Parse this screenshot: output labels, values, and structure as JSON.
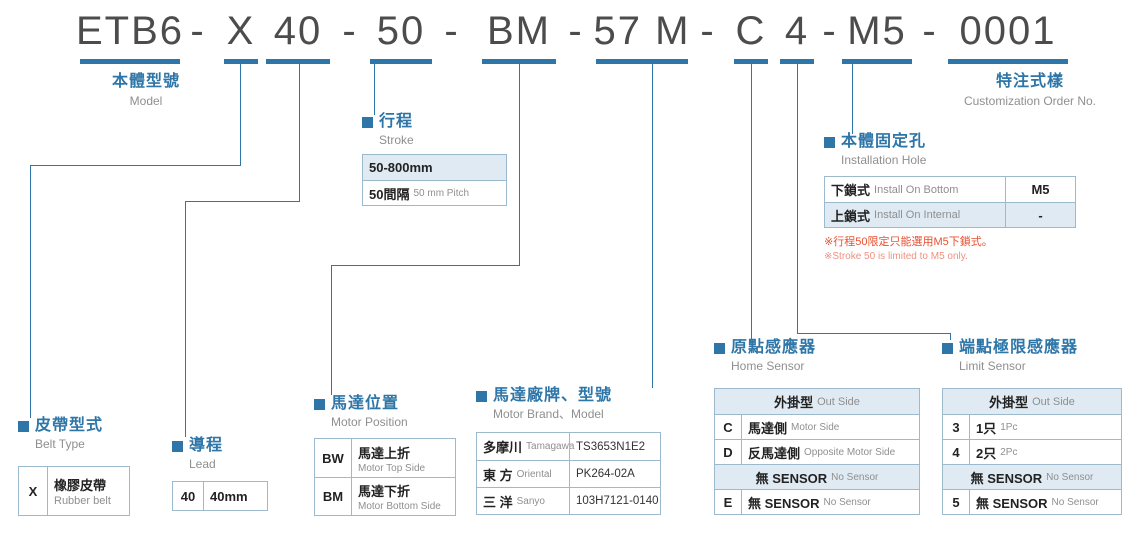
{
  "colors": {
    "accent": "#2f76a8",
    "row_shade": "#dfeaf2",
    "table_border": "#9db9ce",
    "note_red": "#e8502f"
  },
  "title": {
    "segments": [
      {
        "text": "ETB6"
      },
      {
        "text": "-"
      },
      {
        "text": "X"
      },
      {
        "text": "40"
      },
      {
        "text": "-"
      },
      {
        "text": "50"
      },
      {
        "text": "-"
      },
      {
        "text": "BM"
      },
      {
        "text": "-"
      },
      {
        "text": "57 M"
      },
      {
        "text": "-"
      },
      {
        "text": "C"
      },
      {
        "text": "4"
      },
      {
        "text": "-"
      },
      {
        "text": "M5"
      },
      {
        "text": "-"
      },
      {
        "text": "0001"
      }
    ]
  },
  "model_label": {
    "zh": "本體型號",
    "en": "Model"
  },
  "customization": {
    "zh": "特注式樣",
    "en": "Customization Order No."
  },
  "stroke": {
    "zh": "行程",
    "en": "Stroke",
    "range": "50-800mm",
    "pitch_zh": "50間隔",
    "pitch_en": "50 mm Pitch"
  },
  "installation_hole": {
    "zh": "本體固定孔",
    "en": "Installation Hole",
    "rows": [
      {
        "zh": "下鎖式",
        "en": "Install On Bottom",
        "value": "M5"
      },
      {
        "zh": "上鎖式",
        "en": "Install On Internal",
        "value": "-"
      }
    ],
    "note_zh": "※行程50限定只能選用M5下鎖式。",
    "note_en": "※Stroke 50 is limited to M5 only."
  },
  "belt_type": {
    "zh": "皮帶型式",
    "en": "Belt Type",
    "rows": [
      {
        "code": "X",
        "zh": "橡膠皮帶",
        "en": "Rubber belt"
      }
    ]
  },
  "lead": {
    "zh": "導程",
    "en": "Lead",
    "rows": [
      {
        "code": "40",
        "value": "40mm"
      }
    ]
  },
  "motor_position": {
    "zh": "馬達位置",
    "en": "Motor Position",
    "rows": [
      {
        "code": "BW",
        "zh": "馬達上折",
        "en": "Motor Top Side"
      },
      {
        "code": "BM",
        "zh": "馬達下折",
        "en": "Motor Bottom Side"
      }
    ]
  },
  "motor_brand": {
    "zh": "馬達廠牌、型號",
    "en": "Motor Brand、Model",
    "rows": [
      {
        "zh": "多摩川",
        "en": "Tamagawa",
        "model": "TS3653N1E2"
      },
      {
        "zh": "東 方",
        "en": "Oriental",
        "model": "PK264-02A"
      },
      {
        "zh": "三 洋",
        "en": "Sanyo",
        "model": "103H7121-0140"
      }
    ]
  },
  "home_sensor": {
    "zh": "原點感應器",
    "en": "Home Sensor",
    "header_zh": "外掛型",
    "header_en": "Out Side",
    "rows": [
      {
        "code": "C",
        "zh": "馬達側",
        "en": "Motor Side"
      },
      {
        "code": "D",
        "zh": "反馬達側",
        "en": "Opposite Motor Side"
      }
    ],
    "divider_zh": "無 SENSOR",
    "divider_en": "No Sensor",
    "no_sensor_row": {
      "code": "E",
      "zh": "無 SENSOR",
      "en": "No Sensor"
    }
  },
  "limit_sensor": {
    "zh": "端點極限感應器",
    "en": "Limit Sensor",
    "header_zh": "外掛型",
    "header_en": "Out Side",
    "rows": [
      {
        "code": "3",
        "zh": "1只",
        "en": "1Pc"
      },
      {
        "code": "4",
        "zh": "2只",
        "en": "2Pc"
      }
    ],
    "divider_zh": "無 SENSOR",
    "divider_en": "No Sensor",
    "no_sensor_row": {
      "code": "5",
      "zh": "無 SENSOR",
      "en": "No Sensor"
    }
  }
}
